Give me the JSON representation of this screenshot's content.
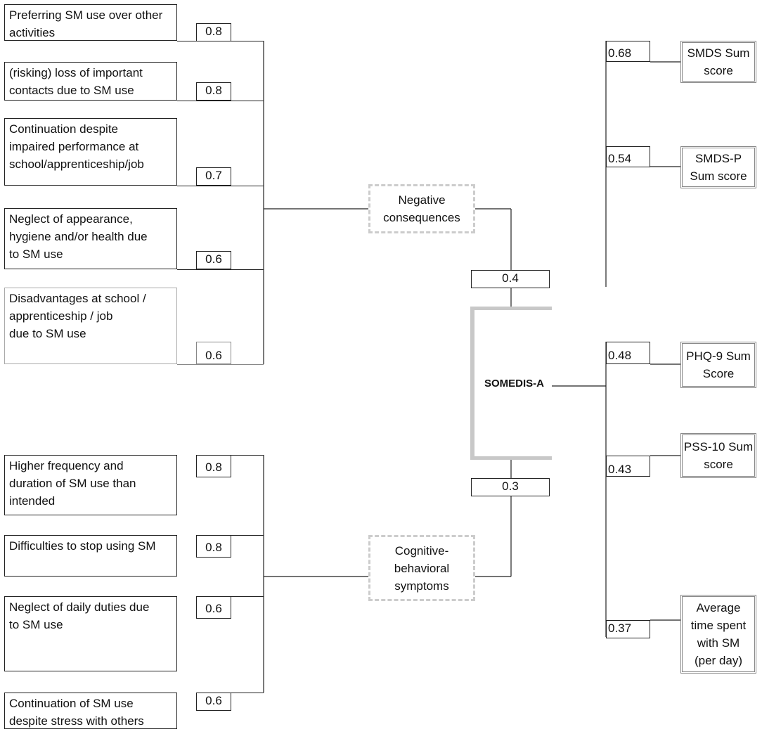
{
  "latent": {
    "label": "SOMEDIS-A"
  },
  "factors": [
    {
      "label": "Negative\nconsequences",
      "loading": "0.4"
    },
    {
      "label": "Cognitive-\nbehavioral\nsymptoms",
      "loading": "0.3"
    }
  ],
  "negative_items": [
    {
      "label": "Preferring SM use over other\nactivities",
      "loading": "0.8"
    },
    {
      "label": "(risking) loss of important\ncontacts due to SM use",
      "loading": "0.8"
    },
    {
      "label": "Continuation despite\nimpaired performance at\nschool/apprenticeship/job",
      "loading": "0.7"
    },
    {
      "label": "Neglect of appearance,\nhygiene and/or health due\nto SM use",
      "loading": "0.6"
    },
    {
      "label": "Disadvantages at school /\napprenticeship / job\ndue to SM use",
      "loading": "0.6"
    }
  ],
  "cognitive_items": [
    {
      "label": "Higher frequency and\nduration of SM use than\nintended",
      "loading": "0.8"
    },
    {
      "label": "Difficulties to stop using SM",
      "loading": "0.8"
    },
    {
      "label": "Neglect of daily duties due\nto SM use",
      "loading": "0.6"
    },
    {
      "label": "Continuation of SM use\ndespite stress with others",
      "loading": "0.6"
    }
  ],
  "outcomes": [
    {
      "label": "SMDS Sum\nscore",
      "correlation": "0.68"
    },
    {
      "label": "SMDS-P\nSum score",
      "correlation": "0.54"
    },
    {
      "label": "PHQ-9 Sum\nScore",
      "correlation": "0.48"
    },
    {
      "label": "PSS-10 Sum\nscore",
      "correlation": "0.43"
    },
    {
      "label": "Average\ntime spent\nwith SM\n(per day)",
      "correlation": "0.37"
    }
  ]
}
